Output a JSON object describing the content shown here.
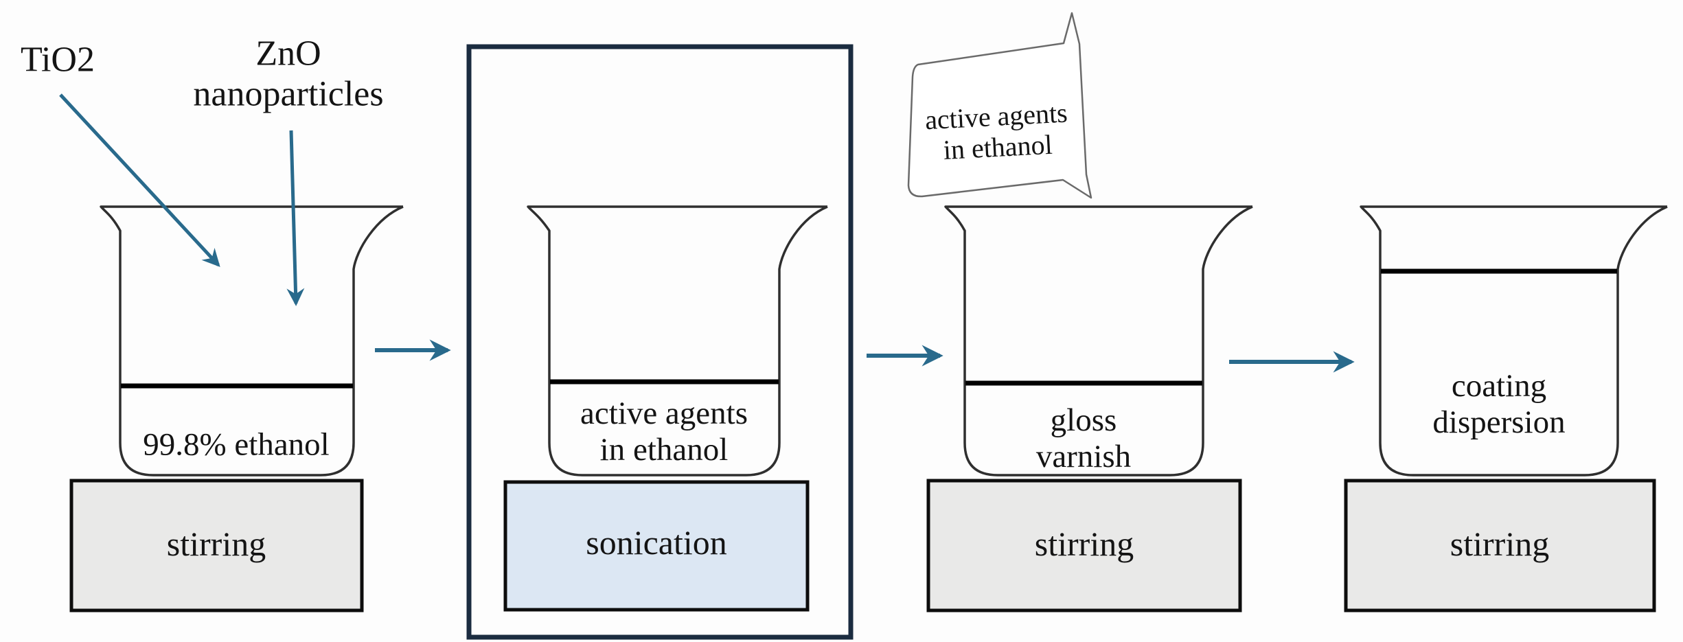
{
  "figure": {
    "inputs": {
      "tio2_label": "TiO2",
      "zno_label": "ZnO\nnanoparticles"
    },
    "callout_text": "active agents\nin ethanol",
    "stages": [
      {
        "beaker": "99.8% ethanol",
        "plate": "stirring"
      },
      {
        "beaker": "active agents\nin ethanol",
        "plate": "sonication"
      },
      {
        "beaker": "gloss\nvarnish",
        "plate": "stirring"
      },
      {
        "beaker": "coating\ndispersion",
        "plate": "stirring"
      }
    ],
    "colors": {
      "arrow": "#296a8c",
      "highlight_border": "#1b2c40",
      "sonication_fill": "#dce7f3",
      "plate_fill": "#e9e9e8",
      "beaker_outline": "#2f2f2f",
      "liquid_line": "#000000",
      "callout_stroke": "#6a6a6a",
      "ink": "#141414"
    }
  }
}
